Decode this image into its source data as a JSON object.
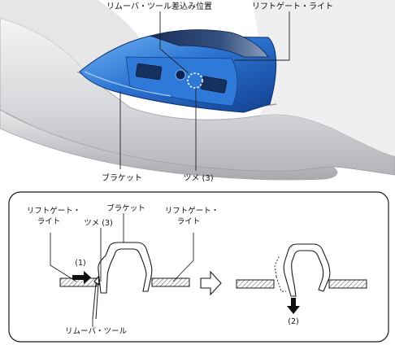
{
  "top_view": {
    "labels": {
      "remover_insert_position": "リムーバ・ツール差込み位置",
      "liftgate_light": "リフトゲート・ライト",
      "bracket": "ブラケット",
      "claw": "ツメ (3)"
    }
  },
  "section_view": {
    "labels": {
      "liftgate_light_left_line1": "リフトゲート・",
      "liftgate_light_left_line2": "ライト",
      "bracket": "ブラケット",
      "liftgate_light_right_line1": "リフトゲート・",
      "liftgate_light_right_line2": "ライト",
      "claw": "ツメ (3)",
      "step1": "(1)",
      "remover_tool": "リムーバ・ツール",
      "step2": "(2)"
    }
  },
  "colors": {
    "panel_light": "#eeeeef",
    "panel_mid": "#c9cacd",
    "panel_dark": "#9c9ea3",
    "lamp_blue": "#1f63c6",
    "lamp_blue_light": "#5aa0ea",
    "lamp_dark": "#0f2f6e",
    "outline": "#1a1a1a"
  }
}
